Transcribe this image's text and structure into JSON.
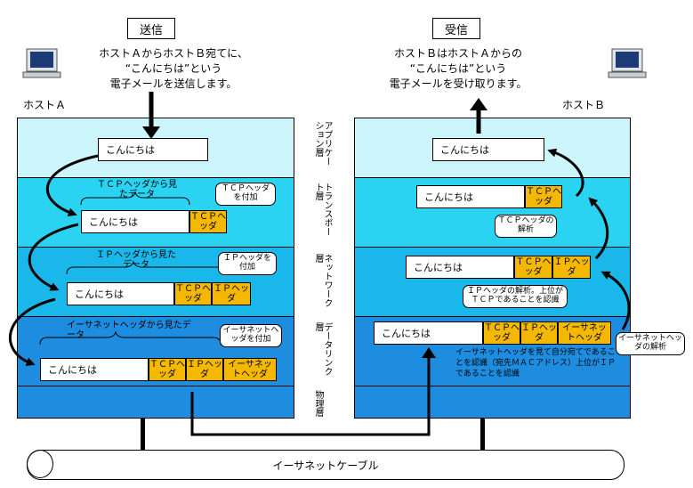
{
  "send": {
    "title": "送信",
    "desc": [
      "ホストＡからホストＢ宛てに、",
      "“こんにちは”という",
      "電子メールを送信します。"
    ]
  },
  "recv": {
    "title": "受信",
    "desc": [
      "ホストＢはホストＡからの",
      "“こんにちは”という",
      "電子メールを受け取ります。"
    ]
  },
  "hostA": "ホストＡ",
  "hostB": "ホストＢ",
  "layers": {
    "app": "アプリケーション層",
    "transport": "トランスポート層",
    "network": "ネットワーク層",
    "datalink": "データリンク層",
    "physical": "物理層"
  },
  "data": "こんにちは",
  "tcp": "ＴＣＰヘッダ",
  "ip": "ＩＰヘッダ",
  "eth": "イーサネットヘッダ",
  "notes": {
    "a_tcp_seen": "ＴＣＰヘッダから見たデータ",
    "a_ip_seen": "ＩＰヘッダから見たデータ",
    "a_eth_seen": "イーサネットヘッダから見たデータ",
    "a_add_tcp": "ＴＣＰヘッダを付加",
    "a_add_ip": "ＩＰヘッダを付加",
    "a_add_eth": "イーサネットヘッダを付加",
    "b_tcp_parse": "ＴＣＰヘッダの解析",
    "b_ip_parse": "ＩＰヘッダの解析。上位がＴＣＰであることを認識",
    "b_eth_parse": "イーサネットヘッダの解析",
    "b_eth_desc": "イーサネットヘッダを見て自分宛てであることを認識（宛先ＭＡＣアドレス）上位がＩＰであることを認識"
  },
  "cable": "イーサネットケーブル",
  "colors": {
    "app": "#ccf6fc",
    "transport": "#2bd3f2",
    "network": "#1ab8ea",
    "datalink": "#1e8cdf",
    "physical": "#1e8cdf",
    "header": "#f5b800"
  }
}
